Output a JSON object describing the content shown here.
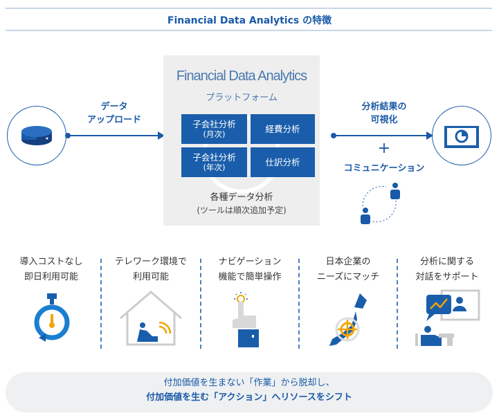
{
  "header": {
    "title": "Financial Data Analytics の特徴"
  },
  "platform": {
    "name": "Financial Data Analytics",
    "subtitle": "プラットフォーム",
    "tiles": [
      {
        "line1": "子会社分析",
        "line2": "(月次)"
      },
      {
        "line1": "経費分析"
      },
      {
        "line1": "子会社分析",
        "line2": "(年次)"
      },
      {
        "line1": "仕訳分析"
      }
    ],
    "caption": "各種データ分析",
    "note": "(ツールは順次追加予定)"
  },
  "upload": {
    "line1": "データ",
    "line2": "アップロード"
  },
  "output": {
    "line1": "分析結果の",
    "line2": "可視化",
    "plus": "+",
    "comm": "コミュニケーション"
  },
  "features": [
    {
      "line1": "導入コストなし",
      "line2": "即日利用可能"
    },
    {
      "line1": "テレワーク環境で",
      "line2": "利用可能"
    },
    {
      "line1": "ナビゲーション",
      "line2": "機能で簡単操作"
    },
    {
      "line1": "日本企業の",
      "line2": "ニーズにマッチ"
    },
    {
      "line1": "分析に関する",
      "line2": "対話をサポート"
    }
  ],
  "footer": {
    "line1": "付加価値を生まない「作業」から脱却し、",
    "line2": "付加価値を生む「アクション」へリソースをシフト"
  },
  "colors": {
    "primary": "#1a5eab",
    "accent": "#f0a500",
    "gray": "#eeeeee"
  }
}
